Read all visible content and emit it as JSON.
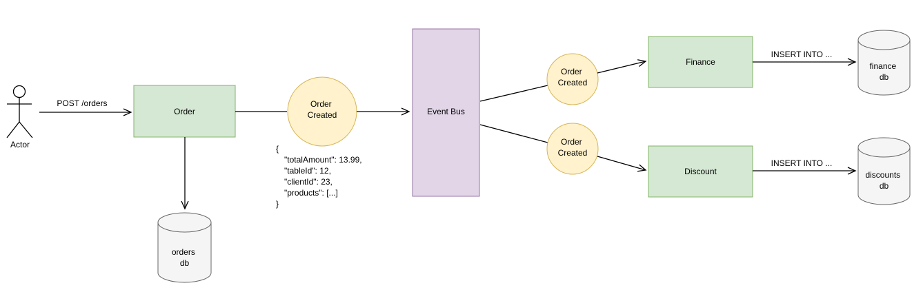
{
  "diagram": {
    "actor": {
      "label": "Actor"
    },
    "services": {
      "order": {
        "label": "Order"
      },
      "finance": {
        "label": "Finance"
      },
      "discount": {
        "label": "Discount"
      }
    },
    "bus": {
      "label": "Event Bus"
    },
    "events": {
      "main": {
        "line1": "Order",
        "line2": "Created"
      },
      "to_finance": {
        "line1": "Order",
        "line2": "Created"
      },
      "to_discount": {
        "line1": "Order",
        "line2": "Created"
      }
    },
    "databases": {
      "orders": {
        "line1": "orders",
        "line2": "db"
      },
      "finance": {
        "line1": "finance",
        "line2": "db"
      },
      "discounts": {
        "line1": "discounts",
        "line2": "db"
      }
    },
    "edge_labels": {
      "post_orders": "POST /orders",
      "insert_finance": "INSERT INTO ...",
      "insert_discount": "INSERT INTO ..."
    },
    "payload": {
      "lines": [
        "{",
        "\"totalAmount\": 13.99,",
        "\"tableId\": 12,",
        "\"clientId\": 23,",
        "\"products\": [...]",
        "}"
      ]
    },
    "colors": {
      "service_fill": "#d5e8d4",
      "service_stroke": "#82b366",
      "bus_fill": "#e1d5e7",
      "bus_stroke": "#9673a6",
      "event_fill": "#fff2cc",
      "event_stroke": "#d6b656",
      "db_fill": "#f5f5f5",
      "db_stroke": "#666666",
      "edge": "#000000"
    }
  }
}
